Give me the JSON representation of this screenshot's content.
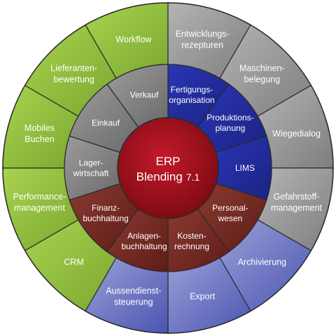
{
  "colors": {
    "green": "#8fbf3a",
    "gray": "#9a9a9a",
    "blue": "#3a45b0",
    "blue_light": "#7f86c9",
    "red": "#7a2a22",
    "center": "#9e0f1a",
    "divider": "#2a2a2a"
  },
  "center": {
    "line1": "ERP",
    "line2": "Blending",
    "version": "7.1"
  },
  "outer_ring": [
    {
      "id": "workflow",
      "lines": [
        "Workflow"
      ],
      "color": "green"
    },
    {
      "id": "entwicklungsrezepturen",
      "lines": [
        "Entwicklungs-",
        "rezepturen"
      ],
      "color": "gray"
    },
    {
      "id": "maschinenbelegung",
      "lines": [
        "Maschinen-",
        "belegung"
      ],
      "color": "gray"
    },
    {
      "id": "wiegedialog",
      "lines": [
        "Wiegedialog"
      ],
      "color": "gray"
    },
    {
      "id": "gefahrstoffmanagement",
      "lines": [
        "Gefahrstoff-",
        "management"
      ],
      "color": "gray"
    },
    {
      "id": "archivierung",
      "lines": [
        "Archivierung"
      ],
      "color": "blue_light"
    },
    {
      "id": "export",
      "lines": [
        "Export"
      ],
      "color": "blue_light"
    },
    {
      "id": "aussendienststeuerung",
      "lines": [
        "Aussendienst-",
        "steuerung"
      ],
      "color": "blue_light"
    },
    {
      "id": "crm",
      "lines": [
        "CRM"
      ],
      "color": "green"
    },
    {
      "id": "performancemanagement",
      "lines": [
        "Performance-",
        "management"
      ],
      "color": "green"
    },
    {
      "id": "mobiles-buchen",
      "lines": [
        "Mobiles",
        "Buchen"
      ],
      "color": "green"
    },
    {
      "id": "lieferantenbewertung",
      "lines": [
        "Lieferanten-",
        "bewertung"
      ],
      "color": "green"
    }
  ],
  "inner_ring": [
    {
      "id": "verkauf",
      "lines": [
        "Verkauf"
      ],
      "color": "gray"
    },
    {
      "id": "fertigungsorganisation",
      "lines": [
        "Fertigungs-",
        "organisation"
      ],
      "color": "blue"
    },
    {
      "id": "produktionsplanung",
      "lines": [
        "Produktions-",
        "planung"
      ],
      "color": "blue"
    },
    {
      "id": "lims",
      "lines": [
        "LIMS"
      ],
      "color": "blue"
    },
    {
      "id": "personalwesen",
      "lines": [
        "Personal-",
        "wesen"
      ],
      "color": "red"
    },
    {
      "id": "kostenrechnung",
      "lines": [
        "Kosten-",
        "rechnung"
      ],
      "color": "red"
    },
    {
      "id": "anlagenbuchhaltung",
      "lines": [
        "Anlagen-",
        "buchhaltung"
      ],
      "color": "red"
    },
    {
      "id": "finanzbuchhaltung",
      "lines": [
        "Finanz-",
        "buchhaltung"
      ],
      "color": "red"
    },
    {
      "id": "lagerwirtschaft",
      "lines": [
        "Lager-",
        "wirtschaft"
      ],
      "color": "gray"
    },
    {
      "id": "einkauf",
      "lines": [
        "Einkauf"
      ],
      "color": "gray"
    }
  ]
}
